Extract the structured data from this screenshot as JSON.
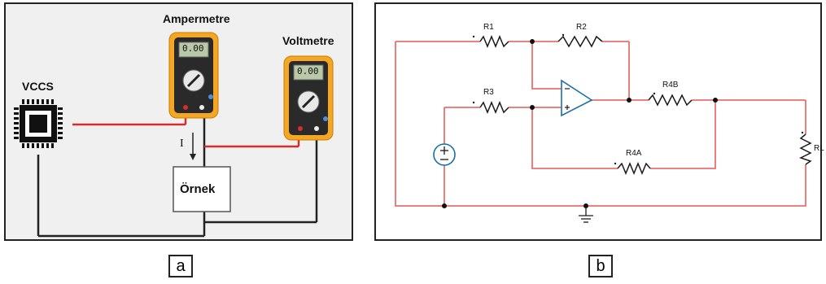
{
  "panel_a": {
    "vccs_label": "VCCS",
    "ammeter_label": "Ampermetre",
    "voltmeter_label": "Voltmetre",
    "meter_display": "0.00",
    "current_label": "I",
    "sample_label": "Örnek",
    "caption": "a"
  },
  "panel_b": {
    "r1": "R1",
    "r2": "R2",
    "r3": "R3",
    "r4a": "R4A",
    "r4b": "R4B",
    "rl": "RL",
    "caption": "b"
  },
  "colors": {
    "wire_red": "#d32f2f",
    "wire_black": "#222222",
    "meter_orange": "#f5a623",
    "circuit_red": "#e8716f"
  }
}
